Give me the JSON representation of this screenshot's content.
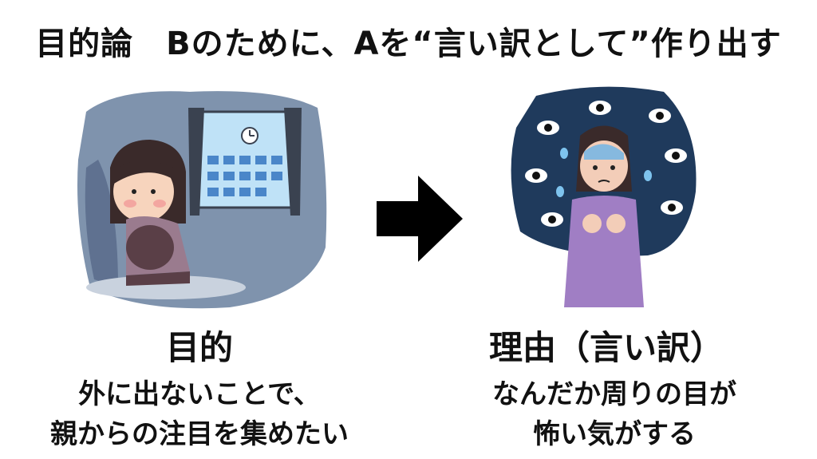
{
  "title": "目的論　Bのために、Aを“言い訳として”作り出す",
  "left": {
    "heading": "目的",
    "line1": "外に出ないことで、",
    "line2": "親からの注目を集めたい"
  },
  "right": {
    "heading": "理由（言い訳）",
    "line1": "なんだか周りの目が",
    "line2": "怖い気がする"
  },
  "colors": {
    "room_wall": "#7f93ad",
    "window_sky": "#bfe2f7",
    "curtain": "#3a4250",
    "dark_bg": "#1f3a5c",
    "sweater": "#a07ec4",
    "arrow": "#000000"
  },
  "icons": {
    "arrow": "right-arrow-icon",
    "clock": "clock-icon",
    "eye": "eye-icon"
  }
}
